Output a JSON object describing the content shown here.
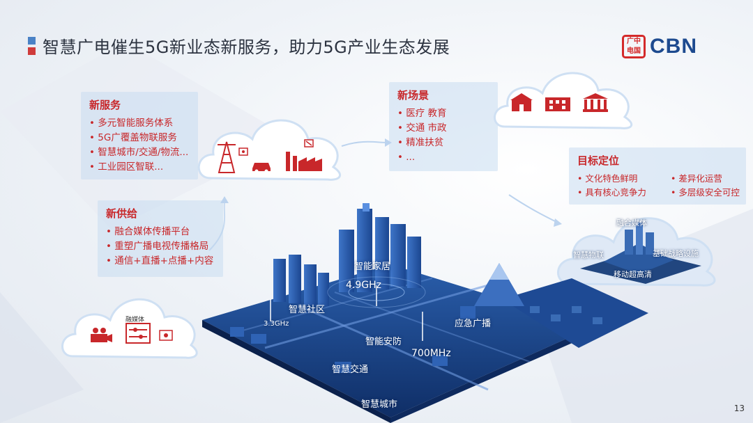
{
  "title": "智慧广电催生5G新业态新服务，助力5G产业生态发展",
  "logo": {
    "mark_chars": [
      "广",
      "中",
      "电",
      "国"
    ],
    "text": "CBN"
  },
  "colors": {
    "accent_red": "#c8272a",
    "brand_blue": "#1d4a8f",
    "city_blue": "#1a4a9a"
  },
  "panels": {
    "new_service": {
      "title": "新服务",
      "items": [
        "多元智能服务体系",
        "5G广覆盖物联服务",
        "智慧城市/交通/物流...",
        "工业园区智联..."
      ]
    },
    "new_scene": {
      "title": "新场景",
      "items": [
        "医疗 教育",
        "交通 市政",
        "精准扶贫",
        "..."
      ]
    },
    "new_supply": {
      "title": "新供给",
      "items": [
        "融合媒体传播平台",
        "重塑广播电视传播格局",
        "通信+直播+点播+内容"
      ]
    },
    "goal": {
      "title": "目标定位",
      "items": [
        "文化特色鲜明",
        "差异化运营",
        "具有核心竞争力",
        "多层级安全可控"
      ]
    }
  },
  "media_cloud_label": "融媒体",
  "city_labels": {
    "smart_home": "智能家居",
    "f49": "4.9GHz",
    "smart_community": "智慧社区",
    "f33": "3.3GHz",
    "emergency": "应急广播",
    "smart_security": "智能安防",
    "f700": "700MHz",
    "smart_traffic": "智慧交通",
    "smart_city": "智慧城市"
  },
  "goal_cloud_labels": {
    "media": "融合媒体",
    "iot": "智慧物联",
    "infra": "基础战略设施",
    "uhd": "移动超高清"
  },
  "page_number": "13"
}
